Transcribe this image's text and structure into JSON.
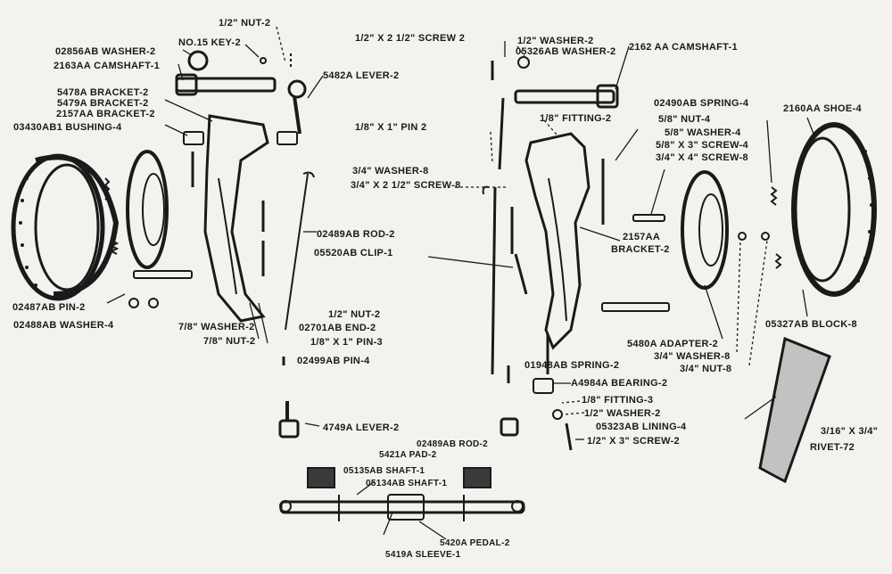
{
  "colors": {
    "paper": "#f4f2ee",
    "ink": "#1a1a1a"
  },
  "labels": {
    "nut_half_top": "1/2\" NUT-2",
    "key_no15": "NO.15 KEY-2",
    "washer_02856": "02856AB WASHER-2",
    "camshaft_2163": "2163AA CAMSHAFT-1",
    "lever_5482": "5482A LEVER-2",
    "bracket_5478": "5478A BRACKET-2",
    "bracket_5479": "5479A BRACKET-2",
    "bracket_2157_left": "2157AA BRACKET-2",
    "bushing_03430": "03430AB1 BUSHING-4",
    "screw_half_2half": "1/2\" X 2 1/2\" SCREW 2",
    "washer_half_top": "1/2\" WASHER-2",
    "washer_05326": "05326AB WASHER-2",
    "camshaft_2162": "2162 AA CAMSHAFT-1",
    "spring_02490": "02490AB SPRING-4",
    "shoe_2160": "2160AA SHOE-4",
    "pin_eighth_1": "1/8\" X 1\" PIN 2",
    "fitting_eighth_top": "1/8\" FITTING-2",
    "nut_5_8": "5/8\" NUT-4",
    "washer_5_8": "5/8\" WASHER-4",
    "screw_5_8_3": "5/8\" X 3\" SCREW-4",
    "screw_3_4_4": "3/4\" X 4\" SCREW-8",
    "washer_3_4_mid": "3/4\" WASHER-8",
    "screw_3_4_2half": "3/4\" X 2 1/2\" SCREW-8",
    "bracket_2157_right_num": "2157AA",
    "bracket_2157_right": "BRACKET-2",
    "rod_02489": "02489AB ROD-2",
    "clip_05520": "05520AB CLIP-1",
    "pin_02487": "02487AB PIN-2",
    "washer_02488": "02488AB WASHER-4",
    "washer_7_8": "7/8\" WASHER-2",
    "nut_7_8": "7/8\" NUT-2",
    "nut_half_mid": "1/2\" NUT-2",
    "end_02701": "02701AB END-2",
    "pin_eighth_3": "1/8\" X 1\" PIN-3",
    "pin_02499": "02499AB PIN-4",
    "spring_01948": "01948AB SPRING-2",
    "bearing_a4984": "A4984A BEARING-2",
    "fitting_eighth_3": "1/8\" FITTING-3",
    "washer_half_2": "1/2\" WASHER-2",
    "lining_05323": "05323AB LINING-4",
    "screw_half_3": "1/2\" X 3\" SCREW-2",
    "adapter_5480": "5480A ADAPTER-2",
    "washer_3_4_low": "3/4\" WASHER-8",
    "nut_3_4_low": "3/4\" NUT-8",
    "block_05327": "05327AB BLOCK-8",
    "rivet_frac": "3/16\" X 3/4\"",
    "rivet_72": "RIVET-72",
    "lever_4749": "4749A LEVER-2",
    "rod_02489_low": "02489AB ROD-2",
    "pad_5421": "5421A PAD-2",
    "shaft_05135": "05135AB SHAFT-1",
    "shaft_05134": "05134AB SHAFT-1",
    "pedal_5420": "5420A PEDAL-2",
    "sleeve_5419": "5419A SLEEVE-1"
  }
}
